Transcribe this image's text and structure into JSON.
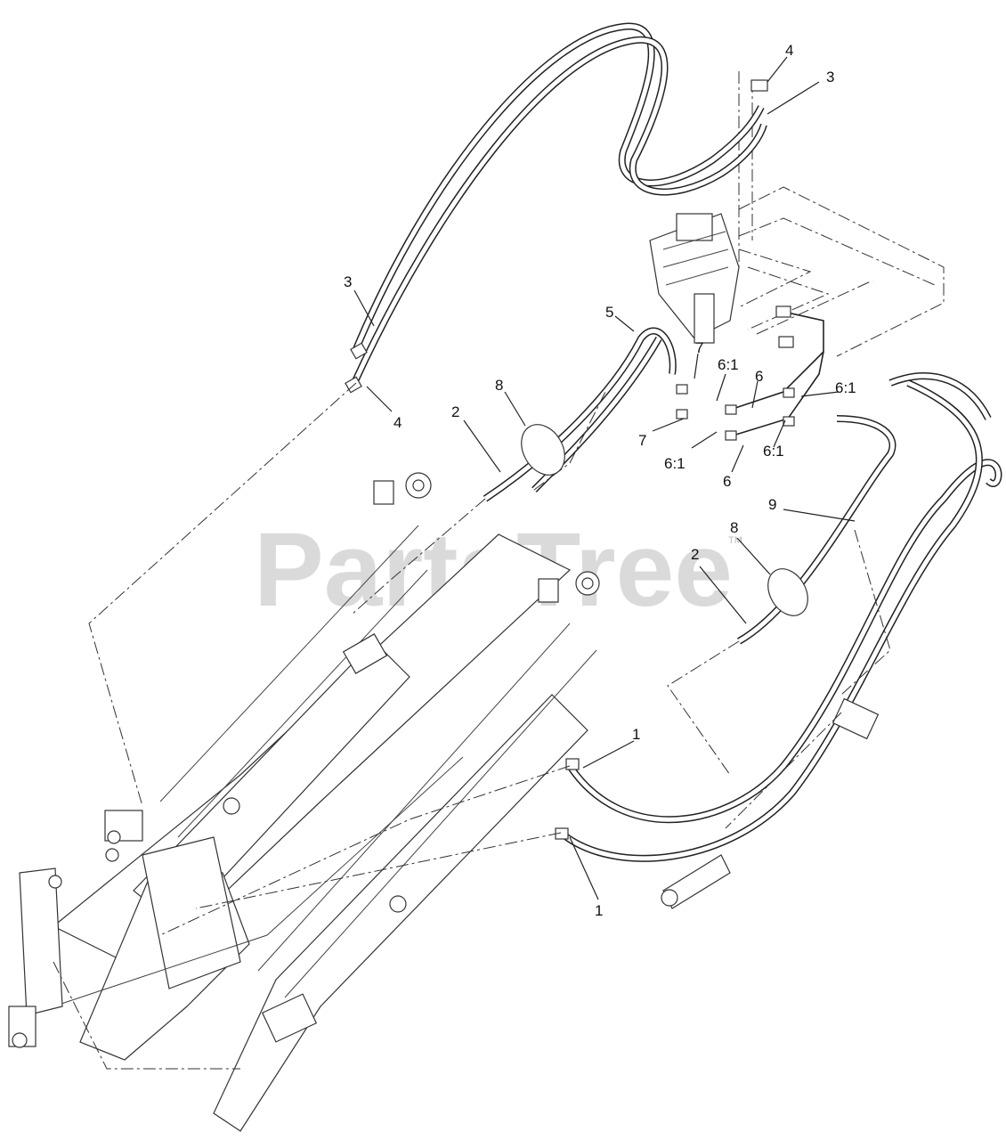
{
  "watermark": {
    "text": "PartsTree",
    "trademark": "TM"
  },
  "callouts": {
    "c1a": "4",
    "c2a": "3",
    "c3a": "3",
    "c4a": "4",
    "c5": "5",
    "c7a": "7",
    "c61a": "6:1",
    "c6a": "6",
    "c61b": "6:1",
    "c8a": "8",
    "c2b": "2",
    "c7b": "7",
    "c61c": "6:1",
    "c6b": "6",
    "c61d": "6:1",
    "c9": "9",
    "c8b": "8",
    "c2c": "2",
    "c1b": "1",
    "c1c": "1"
  }
}
